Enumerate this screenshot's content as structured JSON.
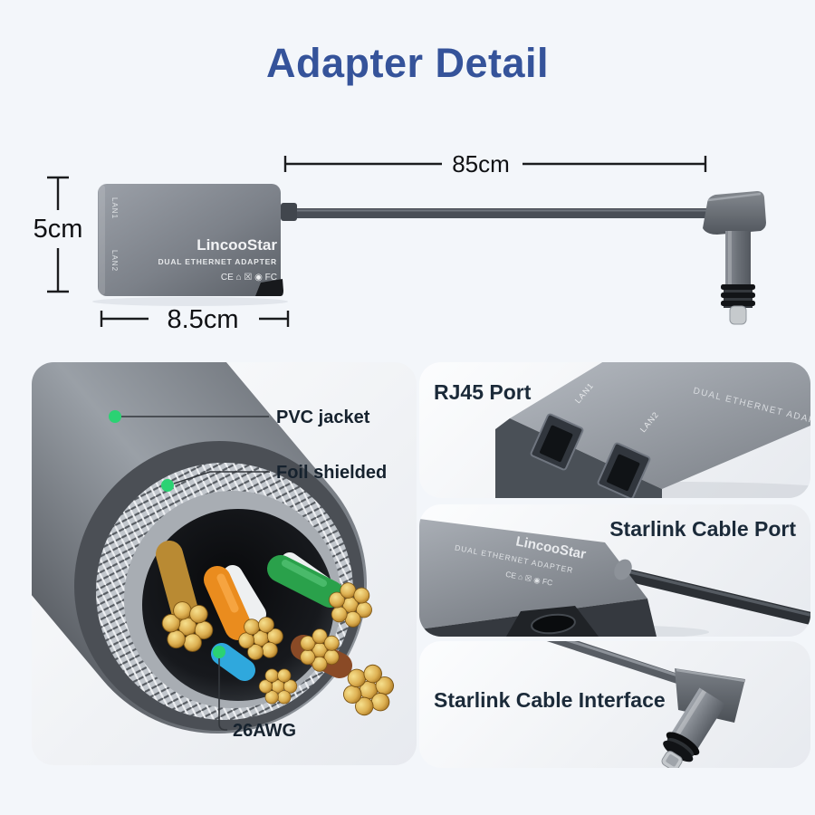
{
  "page": {
    "title": "Adapter Detail"
  },
  "dimensions": {
    "cable_length_label": "85cm",
    "device_height_label": "5cm",
    "device_width_label": "8.5cm"
  },
  "device": {
    "brand": "LincooStar",
    "product_name": "DUAL ETHERNET ADAPTER",
    "port_labels": [
      "LAN1",
      "LAN2"
    ],
    "cert_marks": "CE ⌂ ☒ ◉ FC"
  },
  "cable_cutaway": {
    "callouts": [
      {
        "label": "PVC jacket"
      },
      {
        "label": "Foil shielded"
      },
      {
        "label": "26AWG"
      }
    ]
  },
  "detail_cards": [
    {
      "label": "RJ45 Port"
    },
    {
      "label": "Starlink Cable Port"
    },
    {
      "label": "Starlink Cable Interface"
    }
  ],
  "colors": {
    "title_blue": "#35539a",
    "callout_dot_green": "#2bd273",
    "background": "#f3f6fa",
    "wire_orange": "#ea8c1e",
    "wire_green": "#2aa14b",
    "wire_blue": "#2fa8dd",
    "wire_brown": "#8a4a26"
  }
}
